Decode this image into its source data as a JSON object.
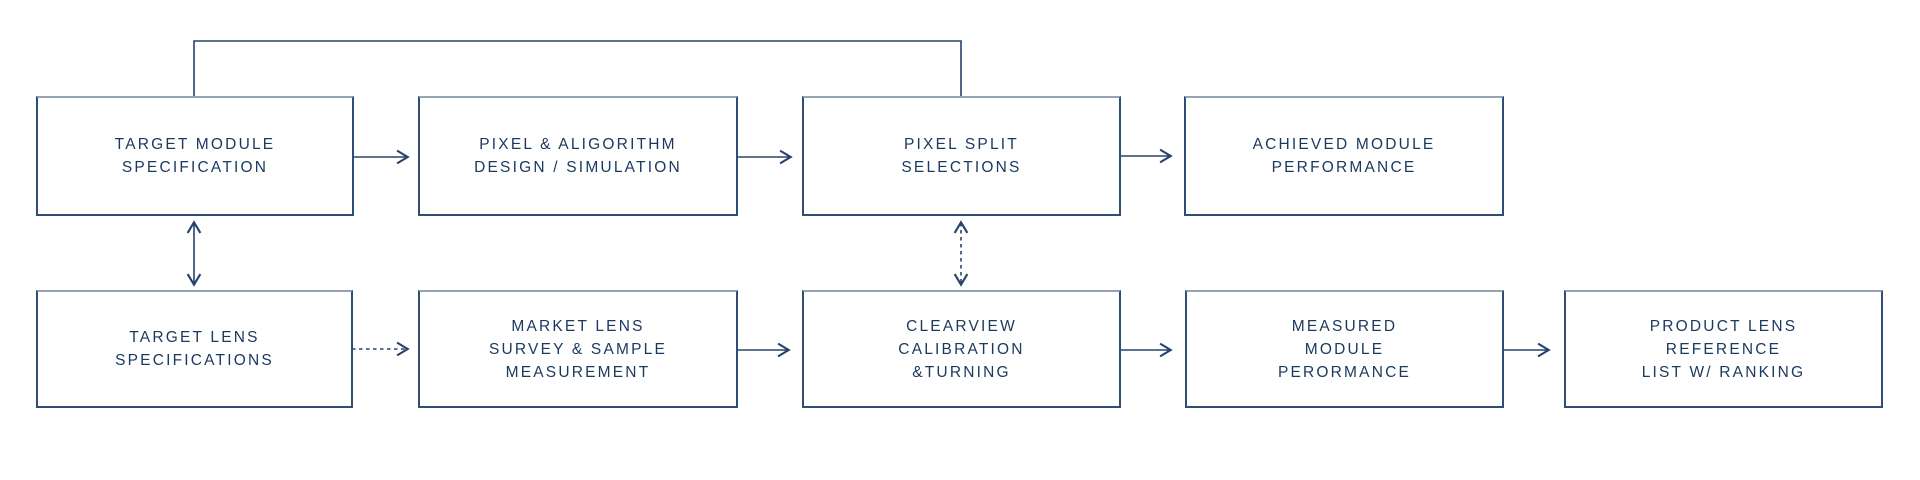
{
  "diagram": {
    "type": "flowchart",
    "rows": 2,
    "colors": {
      "background": "#ffffff",
      "box_border": "#2f4d77",
      "box_border_top": "#94a2b4",
      "text": "#1b3a60",
      "line": "#26436b"
    }
  },
  "nodes": [
    {
      "id": "target-module-specification",
      "label": "TARGET MODULE\nSPECIFICATION"
    },
    {
      "id": "pixel-algorithm-design-simulation",
      "label": "PIXEL & ALIGORITHM\nDESIGN / SIMULATION"
    },
    {
      "id": "pixel-split-selections",
      "label": "PIXEL SPLIT\nSELECTIONS"
    },
    {
      "id": "achieved-module-performance",
      "label": "ACHIEVED MODULE\nPERFORMANCE"
    },
    {
      "id": "target-lens-specifications",
      "label": "TARGET LENS\nSPECIFICATIONS"
    },
    {
      "id": "market-lens-survey-sample-measurement",
      "label": "MARKET LENS\nSURVEY & SAMPLE\nMEASUREMENT"
    },
    {
      "id": "clearview-calibration-turning",
      "label": "CLEARVIEW\nCALIBRATION\n&TURNING"
    },
    {
      "id": "measured-module-perormance",
      "label": "MEASURED\nMODULE\nPERORMANCE"
    },
    {
      "id": "product-lens-reference-list-ranking",
      "label": "PRODUCT LENS\nREFERENCE\nLIST W/ RANKING"
    }
  ],
  "edges": [
    {
      "from": "pixel-split-selections",
      "to": "target-module-specification",
      "style": "solid",
      "direction": "one-way",
      "route": "feedback-loop-over-top"
    },
    {
      "from": "target-module-specification",
      "to": "pixel-algorithm-design-simulation",
      "style": "solid",
      "direction": "one-way"
    },
    {
      "from": "pixel-algorithm-design-simulation",
      "to": "pixel-split-selections",
      "style": "solid",
      "direction": "one-way"
    },
    {
      "from": "pixel-split-selections",
      "to": "achieved-module-performance",
      "style": "solid",
      "direction": "one-way"
    },
    {
      "from": "target-module-specification",
      "to": "target-lens-specifications",
      "style": "solid",
      "direction": "two-way"
    },
    {
      "from": "pixel-split-selections",
      "to": "clearview-calibration-turning",
      "style": "dashed",
      "direction": "two-way"
    },
    {
      "from": "target-lens-specifications",
      "to": "market-lens-survey-sample-measurement",
      "style": "dashed",
      "direction": "one-way"
    },
    {
      "from": "market-lens-survey-sample-measurement",
      "to": "clearview-calibration-turning",
      "style": "solid",
      "direction": "one-way"
    },
    {
      "from": "clearview-calibration-turning",
      "to": "measured-module-perormance",
      "style": "solid",
      "direction": "one-way"
    },
    {
      "from": "measured-module-perormance",
      "to": "product-lens-reference-list-ranking",
      "style": "solid",
      "direction": "one-way"
    }
  ]
}
